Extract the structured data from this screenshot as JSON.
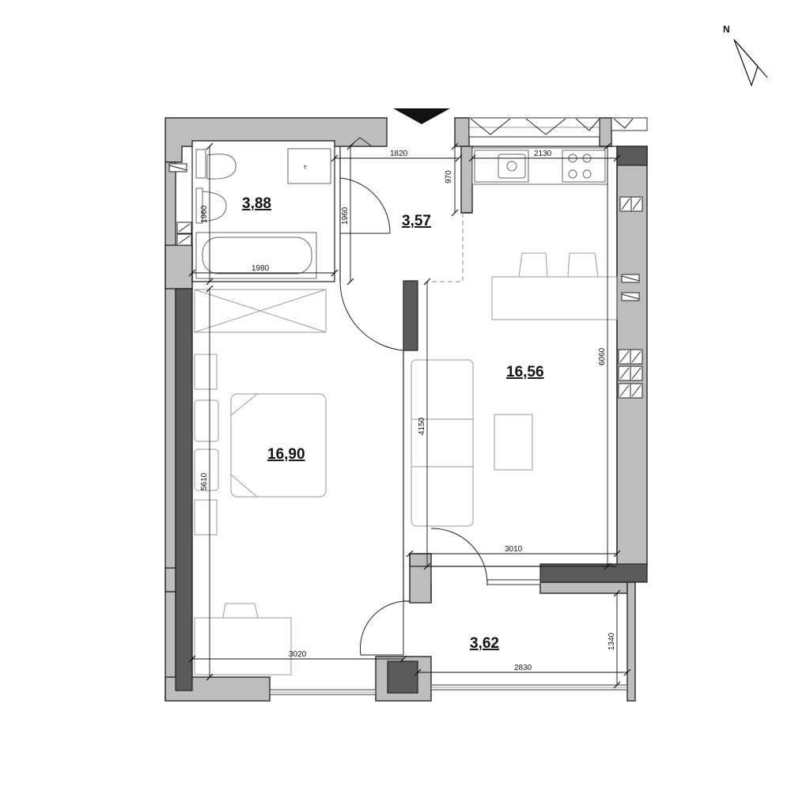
{
  "compass": {
    "label": "N"
  },
  "rooms": [
    {
      "id": "bathroom",
      "area": "3,88"
    },
    {
      "id": "hallway",
      "area": "3,57"
    },
    {
      "id": "kitchen-living",
      "area": "16,56"
    },
    {
      "id": "bedroom",
      "area": "16,90"
    },
    {
      "id": "balcony",
      "area": "3,62"
    }
  ],
  "dimensions": {
    "d1820": "1820",
    "d2130": "2130",
    "d970": "970",
    "d1960a": "1960",
    "d1960b": "1960",
    "d1980": "1980",
    "d6060": "6060",
    "d4150": "4150",
    "d5610": "5610",
    "d3010": "3010",
    "d3020": "3020",
    "d2830": "2830",
    "d1340": "1340"
  }
}
